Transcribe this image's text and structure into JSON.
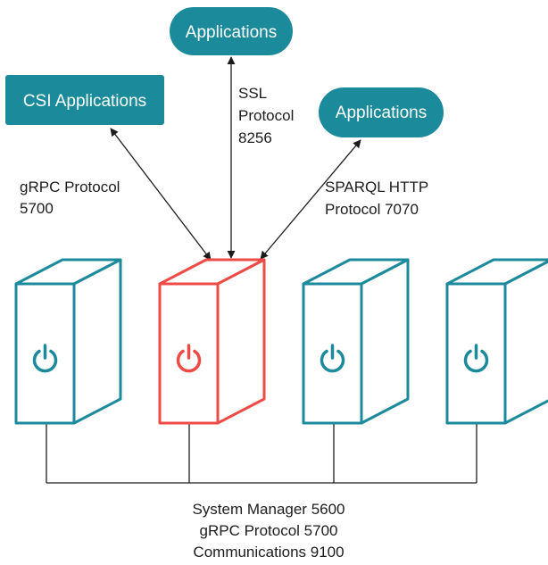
{
  "nodes": {
    "top_app": {
      "label": "Applications"
    },
    "csi_app": {
      "label": "CSI Applications"
    },
    "right_app": {
      "label": "Applications"
    }
  },
  "edges": {
    "grpc": {
      "line1": "gRPC Protocol",
      "line2": "5700"
    },
    "ssl": {
      "line1": "SSL",
      "line2": "Protocol",
      "line3": "8256"
    },
    "sparql": {
      "line1": "SPARQL HTTP",
      "line2": "Protocol 7070"
    }
  },
  "bus": {
    "line1": "System Manager 5600",
    "line2": "gRPC Protocol 5700",
    "line3": "Communications 9100"
  },
  "colors": {
    "teal": "#1b8a9b",
    "red": "#ee4b46",
    "line": "#1c1c1c",
    "text": "#1c1c1c"
  },
  "servers": [
    {
      "icon": "power-icon",
      "highlighted": false
    },
    {
      "icon": "power-icon",
      "highlighted": true
    },
    {
      "icon": "power-icon",
      "highlighted": false
    },
    {
      "icon": "power-icon",
      "highlighted": false
    }
  ]
}
